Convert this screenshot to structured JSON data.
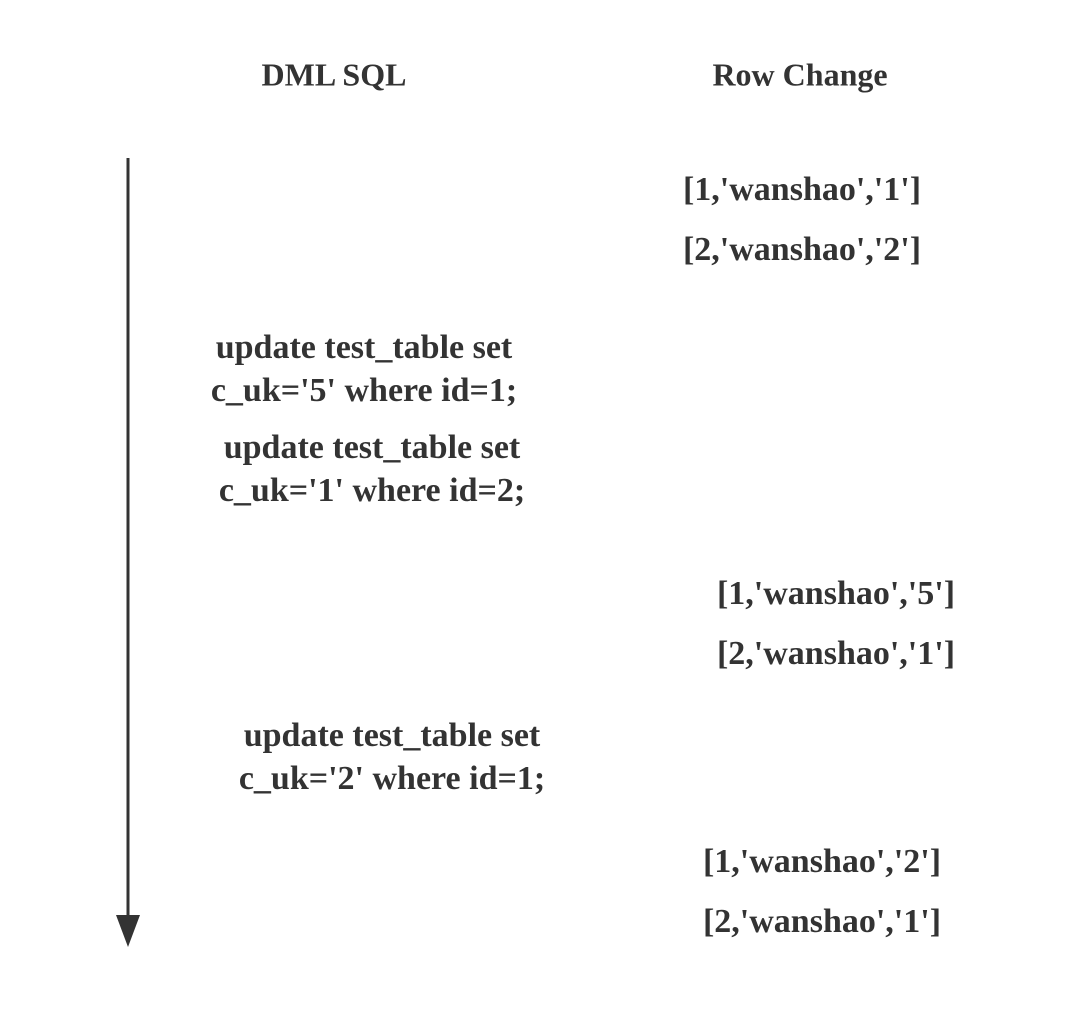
{
  "colors": {
    "text": "#333333",
    "arrow": "#333333",
    "background": "#ffffff"
  },
  "headers": {
    "sql": "DML SQL",
    "row_change": "Row Change"
  },
  "icons": {
    "timeline_arrow": "down-arrow"
  },
  "timeline": {
    "row_change_blocks": [
      {
        "rows": [
          "[1,'wanshao','1']",
          "[2,'wanshao','2']"
        ]
      },
      {
        "rows": [
          "[1,'wanshao','5']",
          "[2,'wanshao','1']"
        ]
      },
      {
        "rows": [
          "[1,'wanshao','2']",
          "[2,'wanshao','1']"
        ]
      }
    ],
    "sql_statements": [
      {
        "lines": [
          "update test_table set",
          "c_uk='5' where id=1;"
        ]
      },
      {
        "lines": [
          "update test_table set",
          "c_uk='1' where id=2;"
        ]
      },
      {
        "lines": [
          "update test_table set",
          "c_uk='2' where id=1;"
        ]
      }
    ]
  }
}
